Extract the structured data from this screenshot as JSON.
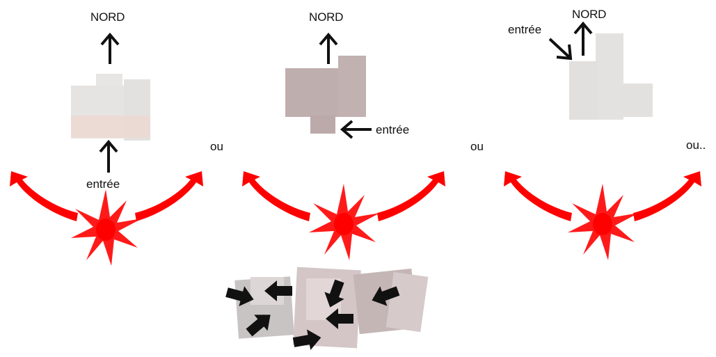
{
  "labels": {
    "north": "NORD",
    "entrance": "entrée",
    "or": "ou",
    "or_more": "ou.."
  },
  "panels": [
    {
      "id": "plan-1",
      "north_label": "NORD",
      "entrance_label": "entrée",
      "fill": "#e6e4e2",
      "trim": "#ecd8d2"
    },
    {
      "id": "plan-2",
      "north_label": "NORD",
      "entrance_label": "entrée",
      "fill": "#bfaeae"
    },
    {
      "id": "plan-3",
      "north_label": "NORD",
      "entrance_label": "entrée",
      "fill": "#e2e0de"
    }
  ],
  "colors": {
    "sun": "#ff1a1a",
    "arrow": "#ff0000",
    "text": "#111111",
    "collage": "#c9bcbc"
  },
  "icons": [
    "north-arrow-icon",
    "entrance-arrow-icon",
    "sun-icon",
    "curved-arrow-icon",
    "black-arrow-icon"
  ]
}
